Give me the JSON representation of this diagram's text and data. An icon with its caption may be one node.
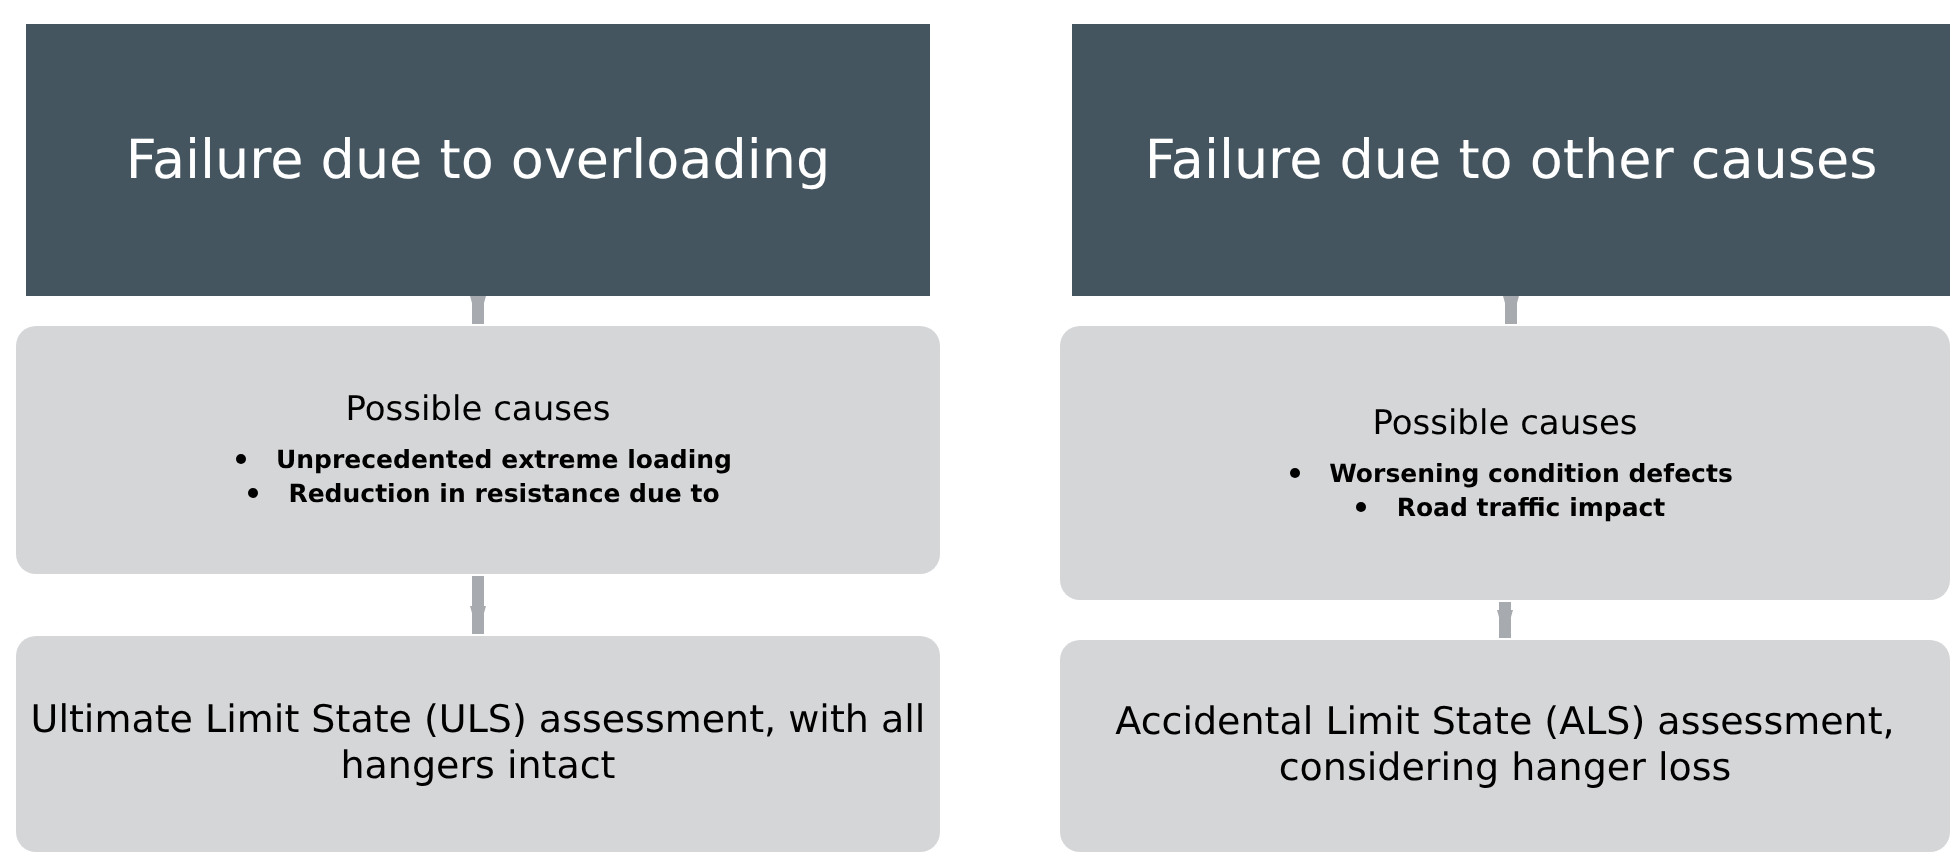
{
  "diagram": {
    "nodes": [
      {
        "text": [
          "Failure due to overloading"
        ]
      },
      {
        "text": [
          "Possible causes",
          "Unprecedented extreme loading",
          "Reduction in resistance due to"
        ]
      },
      {
        "text": [
          "Ultimate Limit State (ULS) assessment, with all hangers intact"
        ]
      },
      {
        "text": [
          "Failure due to other causes"
        ]
      },
      {
        "text": [
          "Possible causes",
          "Worsening condition defects",
          "Road traffic impact"
        ]
      },
      {
        "text": [
          "Accidental Limit State (ALS) assessment, considering hanger loss"
        ]
      }
    ],
    "edges": [
      {
        "from": 0,
        "to": 1,
        "arrow": "to"
      },
      {
        "from": 1,
        "to": 2,
        "arrow": "to"
      },
      {
        "from": 3,
        "to": 4,
        "arrow": "to"
      },
      {
        "from": 4,
        "to": 5,
        "arrow": "to"
      }
    ]
  }
}
